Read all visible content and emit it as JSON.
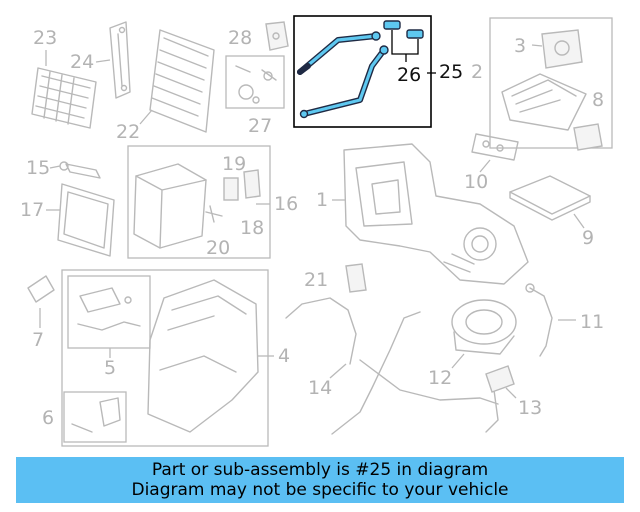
{
  "callouts": {
    "c1": "1",
    "c2": "2",
    "c3": "3",
    "c4": "4",
    "c5": "5",
    "c6": "6",
    "c7": "7",
    "c8": "8",
    "c9": "9",
    "c10": "10",
    "c11": "11",
    "c12": "12",
    "c13": "13",
    "c14": "14",
    "c15": "15",
    "c16": "16",
    "c17": "17",
    "c18": "18",
    "c19": "19",
    "c20": "20",
    "c21": "21",
    "c22": "22",
    "c23": "23",
    "c24": "24",
    "c25": "25",
    "c26": "26",
    "c27": "27",
    "c28": "28"
  },
  "highlight": {
    "part_number": "25",
    "hose_color": "#5ec8f0"
  },
  "banner": {
    "line1": "Part or sub-assembly is #25 in diagram",
    "line2": "Diagram may not be specific to your vehicle",
    "background": "#5bbff3"
  }
}
